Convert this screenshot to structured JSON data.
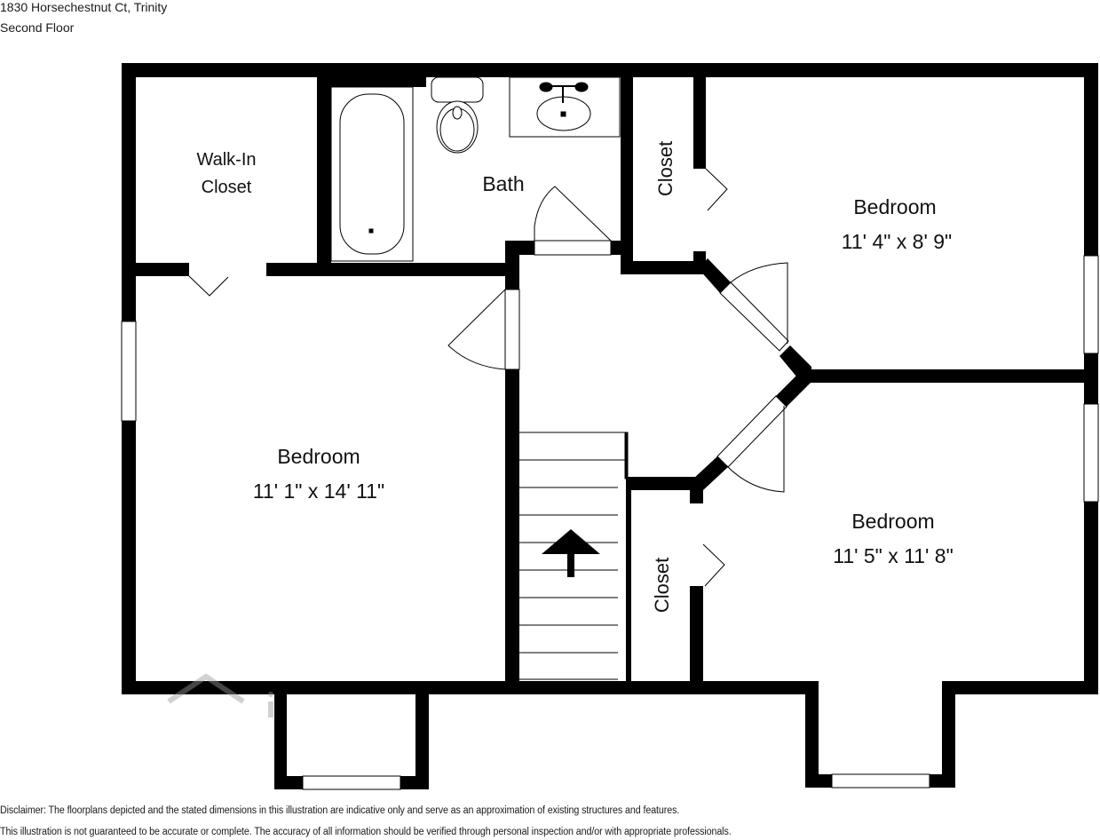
{
  "header": {
    "address": "1830 Horsechestnut Ct, Trinity",
    "floor": "Second Floor"
  },
  "rooms": {
    "walk_in_closet": {
      "line1": "Walk-In",
      "line2": "Closet"
    },
    "bath": {
      "name": "Bath"
    },
    "closet_top": {
      "name": "Closet"
    },
    "bedroom_top_right": {
      "name": "Bedroom",
      "dims": "11' 4\" x 8' 9\""
    },
    "bedroom_left": {
      "name": "Bedroom",
      "dims": "11' 1\" x 14' 11\""
    },
    "bedroom_bottom_right": {
      "name": "Bedroom",
      "dims": "11' 5\" x 11' 8\""
    },
    "closet_bottom": {
      "name": "Closet"
    }
  },
  "fixtures": {
    "bathtub-icon": "bathtub",
    "toilet-icon": "toilet",
    "sink-icon": "vanity-sink",
    "stairs-up-arrow-icon": "arrow-up"
  },
  "colors": {
    "wall": "#000000",
    "background": "#ffffff",
    "text": "#111111"
  },
  "footer": {
    "disclaimer_line1": "Disclaimer: The floorplans depicted and the stated dimensions in this illustration are indicative only and serve as an approximation of existing structures and features.",
    "disclaimer_line2": "This illustration is not guaranteed to be accurate or complete. The accuracy of all information should be verified through personal inspection and/or with appropriate professionals."
  }
}
